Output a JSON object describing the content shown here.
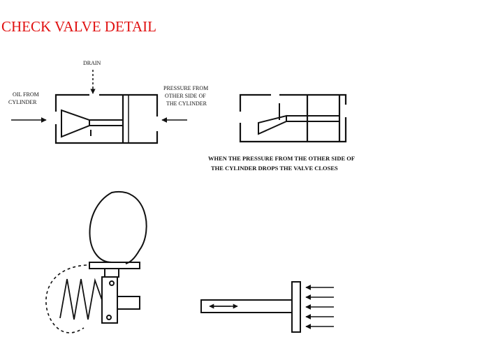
{
  "title": "CHECK VALVE DETAIL",
  "labels": {
    "drain": "DRAIN",
    "oil_from_1": "OIL FROM",
    "oil_from_2": "CYLINDER",
    "pressure_1": "PRESSURE FROM",
    "pressure_2": "OTHER SIDE OF",
    "pressure_3": "THE CYLINDER",
    "caption_1": "WHEN THE PRESSURE FROM THE OTHER SIDE OF",
    "caption_2": "THE CYLINDER DROPS THE VALVE CLOSES"
  },
  "colors": {
    "title": "#e01010",
    "ink": "#111111"
  }
}
